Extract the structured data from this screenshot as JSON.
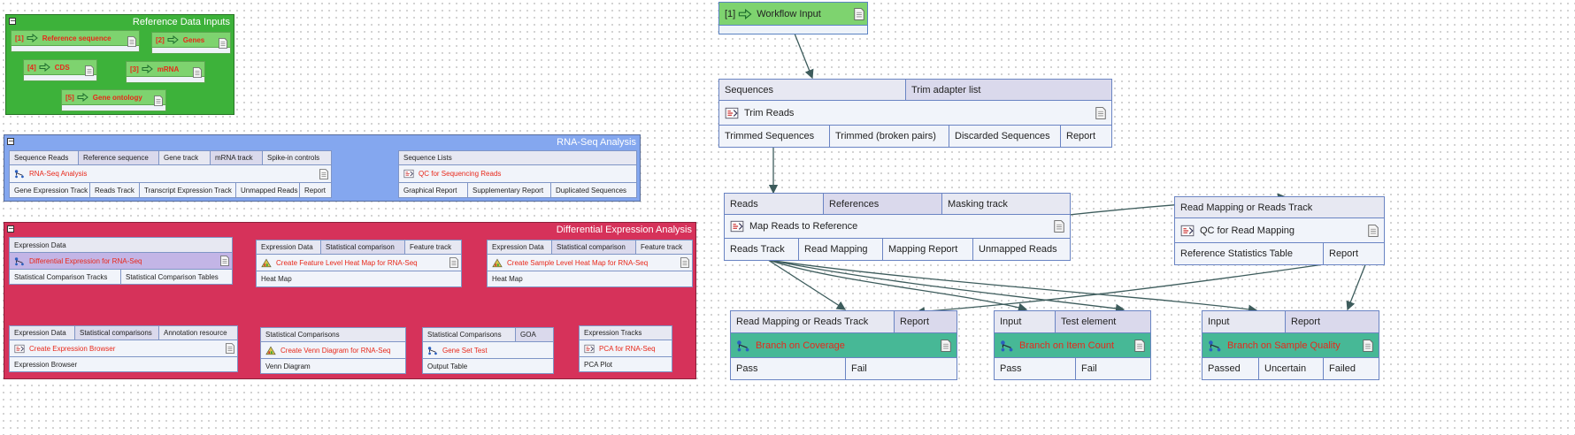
{
  "ref_group": {
    "title": "Reference Data Inputs",
    "inputs": [
      {
        "num": "[1]",
        "label": "Reference sequence"
      },
      {
        "num": "[2]",
        "label": "Genes"
      },
      {
        "num": "[4]",
        "label": "CDS"
      },
      {
        "num": "[3]",
        "label": "mRNA"
      },
      {
        "num": "[5]",
        "label": "Gene ontology"
      }
    ]
  },
  "rna_group": {
    "title": "RNA-Seq Analysis",
    "rnaseq": {
      "inputs": [
        "Sequence Reads",
        "Reference sequence",
        "Gene track",
        "mRNA track",
        "Spike-in controls"
      ],
      "name": "RNA-Seq Analysis",
      "outputs": [
        "Gene Expression Track",
        "Reads Track",
        "Transcript Expression Track",
        "Unmapped Reads",
        "Report"
      ]
    },
    "qc": {
      "inputs": [
        "Sequence Lists"
      ],
      "name": "QC for Sequencing Reads",
      "outputs": [
        "Graphical Report",
        "Supplementary Report",
        "Duplicated Sequences"
      ]
    }
  },
  "diff_group": {
    "title": "Differential Expression Analysis",
    "de": {
      "inputs": [
        "Expression Data"
      ],
      "name": "Differential Expression for RNA-Seq",
      "outputs": [
        "Statistical Comparison Tracks",
        "Statistical Comparison Tables"
      ]
    },
    "feature_heat": {
      "inputs": [
        "Expression Data",
        "Statistical comparison",
        "Feature track"
      ],
      "name": "Create Feature Level Heat Map for RNA-Seq",
      "outputs": [
        "Heat Map"
      ]
    },
    "sample_heat": {
      "inputs": [
        "Expression Data",
        "Statistical comparison",
        "Feature track"
      ],
      "name": "Create Sample Level Heat Map for RNA-Seq",
      "outputs": [
        "Heat Map"
      ]
    },
    "browser": {
      "inputs": [
        "Expression Data",
        "Statistical comparisons",
        "Annotation resource"
      ],
      "name": "Create Expression Browser",
      "outputs": [
        "Expression Browser"
      ]
    },
    "venn": {
      "inputs": [
        "Statistical Comparisons"
      ],
      "name": "Create Venn Diagram for RNA-Seq",
      "outputs": [
        "Venn Diagram"
      ]
    },
    "gst": {
      "inputs": [
        "Statistical Comparisons",
        "GOA"
      ],
      "name": "Gene Set Test",
      "outputs": [
        "Output Table"
      ]
    },
    "pca": {
      "inputs": [
        "Expression Tracks"
      ],
      "name": "PCA for RNA-Seq",
      "outputs": [
        "PCA Plot"
      ]
    }
  },
  "workflow": {
    "input": {
      "num": "[1]",
      "label": "Workflow Input"
    },
    "trim": {
      "inputs": [
        "Sequences",
        "Trim adapter list"
      ],
      "name": "Trim Reads",
      "outputs": [
        "Trimmed Sequences",
        "Trimmed (broken pairs)",
        "Discarded Sequences",
        "Report"
      ]
    },
    "map": {
      "inputs": [
        "Reads",
        "References",
        "Masking track"
      ],
      "name": "Map Reads to Reference",
      "outputs": [
        "Reads Track",
        "Read Mapping",
        "Mapping Report",
        "Unmapped Reads"
      ]
    },
    "qcmap": {
      "inputs": [
        "Read Mapping or Reads Track"
      ],
      "name": "QC for Read Mapping",
      "outputs": [
        "Reference Statistics Table",
        "Report"
      ]
    },
    "cov": {
      "inputs": [
        "Read Mapping or Reads Track",
        "Report"
      ],
      "name": "Branch on Coverage",
      "outputs": [
        "Pass",
        "Fail"
      ]
    },
    "itemcount": {
      "inputs": [
        "Input",
        "Test element"
      ],
      "name": "Branch on Item Count",
      "outputs": [
        "Pass",
        "Fail"
      ]
    },
    "quality": {
      "inputs": [
        "Input",
        "Report"
      ],
      "name": "Branch on Sample Quality",
      "outputs": [
        "Passed",
        "Uncertain",
        "Failed"
      ]
    }
  },
  "colors": {
    "ref_group": "#3db23a",
    "rna_group": "#84a7ef",
    "diff_group": "#d6325a",
    "branch": "#47b896",
    "input": "#7ed36f",
    "highlight_text": "#e8281a"
  }
}
